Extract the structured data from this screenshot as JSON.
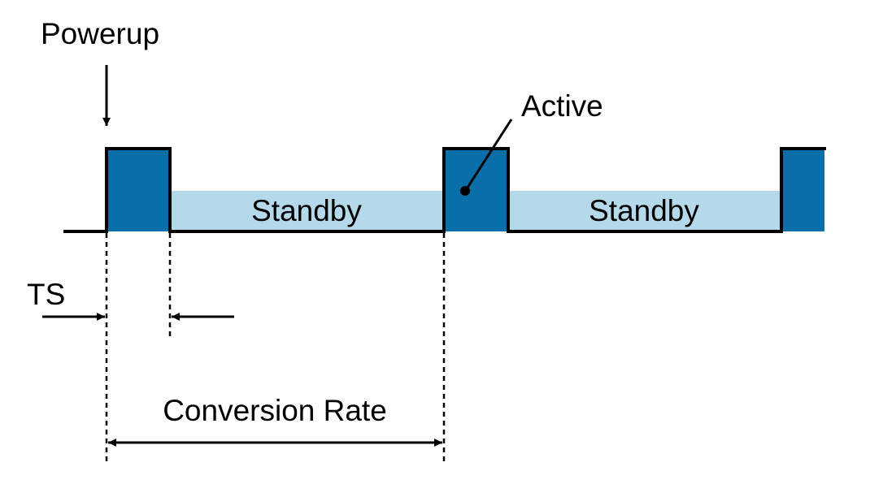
{
  "labels": {
    "powerup": "Powerup",
    "active": "Active",
    "standby_1": "Standby",
    "standby_2": "Standby",
    "ts": "TS",
    "conversion_rate": "Conversion Rate"
  },
  "colors": {
    "active_fill": "#0A6FA8",
    "standby_fill": "#B4D9EA",
    "line": "#000000",
    "background": "#FFFFFF"
  }
}
